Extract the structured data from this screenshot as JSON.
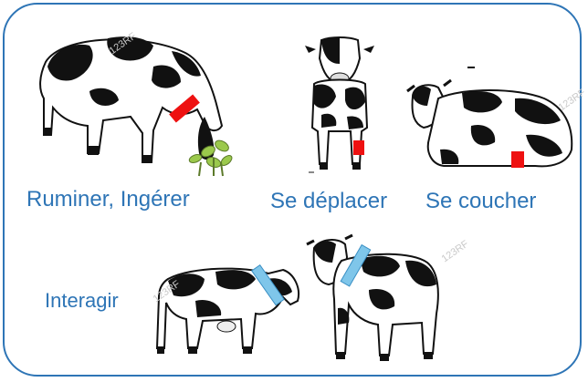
{
  "labels": {
    "ruminate": "Ruminer, Ingérer",
    "move": "Se déplacer",
    "lie_down": "Se coucher",
    "interact": "Interagir"
  },
  "icons": {
    "grazing_cow": "cow-grazing-icon",
    "standing_cow": "cow-standing-front-icon",
    "lying_cow": "cow-lying-icon",
    "interact_cow_left": "cow-side-icon",
    "interact_cow_right": "cow-front-side-icon"
  },
  "colors": {
    "frame": "#2e75b6",
    "label": "#2e75b6",
    "sensor_red": "#ee1111",
    "collar_blue": "#7fc6ea",
    "plant_green": "#9bc94c"
  }
}
